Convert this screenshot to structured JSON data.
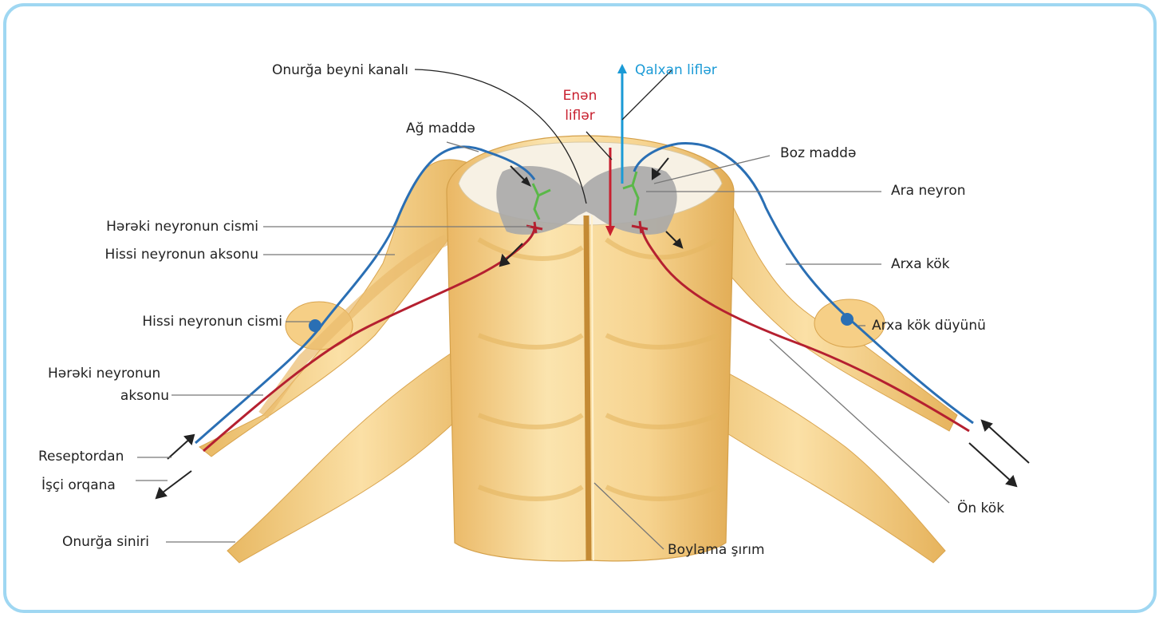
{
  "labels": {
    "canal": "Onurğa beyni kanalı",
    "ascending": "Qalxan liflər",
    "descending_1": "Enən",
    "descending_2": "liflər",
    "white_matter": "Ağ maddə",
    "grey_matter": "Boz maddə",
    "interneuron": "Ara neyron",
    "motor_body": "Hərəki neyronun cismi",
    "sensory_axon": "Hissi neyronun aksonu",
    "dorsal_root": "Arxa kök",
    "sensory_body": "Hissi neyronun cismi",
    "ganglion": "Arxa kök düyünü",
    "motor_axon_1": "Hərəki neyronun",
    "motor_axon_2": "aksonu",
    "from_receptor": "Reseptordan",
    "to_organ": "İşçi orqana",
    "ventral_root": "Ön kök",
    "spinal_nerve": "Onurğa siniri",
    "fissure": "Boylama şırım"
  },
  "colors": {
    "frame": "#9fd7f2",
    "tissue": "#f5cf86",
    "grey_matter": "#9a9a9a",
    "sensory": "#2a6fb4",
    "motor": "#b52030",
    "interneuron": "#5ab848",
    "ascending_arrow": "#1a9ad6",
    "descending_arrow": "#c8202f"
  }
}
